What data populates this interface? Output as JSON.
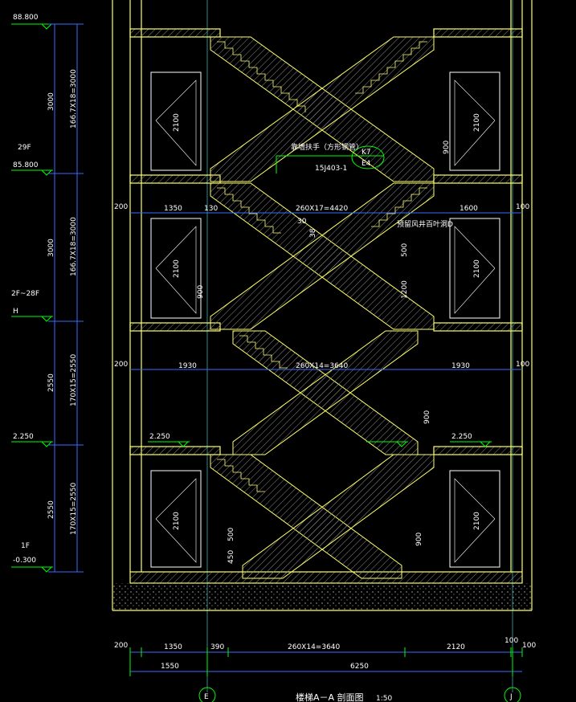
{
  "drawing": {
    "title": "楼梯A－A 剖面图",
    "scale": "1:50",
    "grid_axes": [
      "E",
      "J"
    ]
  },
  "levels": [
    {
      "label": "88.800"
    },
    {
      "label": "85.800",
      "floor": "29F"
    },
    {
      "label": "H",
      "floor": "2F~28F"
    },
    {
      "label": "2.250"
    },
    {
      "label": "-0.300",
      "floor": "1F"
    }
  ],
  "vertical_dims": {
    "storey_heights": [
      "3000",
      "3000",
      "2550",
      "2550"
    ],
    "riser_notes": [
      "166.7X18=3000",
      "166.7X18=3000",
      "170X15=2550",
      "170X15=2550"
    ]
  },
  "horizontal_dims": {
    "row_upper": [
      "200",
      "1350",
      "130",
      "260X17=4420",
      "1600",
      "100"
    ],
    "row_middle": [
      "200",
      "1930",
      "260X14=3640",
      "1930",
      "100"
    ],
    "row_bottom": [
      "200",
      "1350",
      "390",
      "260X14=3640",
      "2120",
      "100",
      "100"
    ],
    "row_total": [
      "1550",
      "6250"
    ]
  },
  "openings": {
    "window_height": "2100",
    "sill_height": "900",
    "small_dims": [
      "500",
      "450",
      "30",
      "38",
      "1200"
    ]
  },
  "annotations": {
    "handrail": "靠墙扶手（方形钢管）",
    "handrail_ref": "15J403-1",
    "ref_top": "K7",
    "ref_bottom": "E4",
    "reserved": "预留风井百叶洞D"
  },
  "landing_levels": [
    "2.250",
    "2.250",
    "2.250"
  ],
  "colors": {
    "background": "#000000",
    "wall": "#ffff66",
    "dim": "#00ff00",
    "dim_line": "#3a6bff",
    "hatch": "#8a8a8a",
    "grid": "#2a8a8a",
    "text": "#ffffff"
  }
}
